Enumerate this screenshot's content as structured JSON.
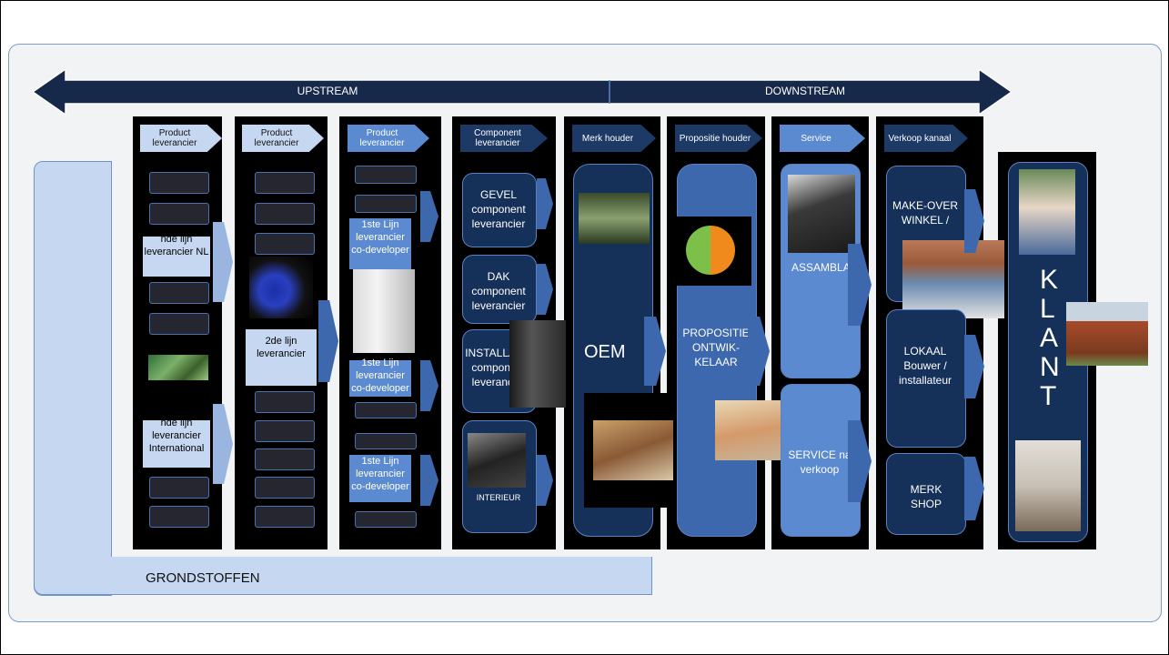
{
  "arrow": {
    "left_label": "UPSTREAM",
    "right_label": "DOWNSTREAM"
  },
  "headers": [
    "Product leverancier",
    "Product leverancier",
    "Product leverancier",
    "Component leverancier",
    "Merk houder",
    "Propositie houder",
    "Service",
    "Verkoop kanaal"
  ],
  "col1": {
    "box1": "nde lijn leverancier NL",
    "box2": "nde lijn leverancier International"
  },
  "col2": {
    "box": "2de lijn leverancier"
  },
  "col3": {
    "box1": "1ste Lijn leverancier co-developer",
    "box2": "1ste Lijn leverancier co-developer",
    "box3": "1ste Lijn leverancier co-developer"
  },
  "col4": {
    "box1": "GEVEL component leverancier",
    "box2": "DAK component leverancier",
    "box3": "INSTALLATIE component leverancier",
    "box4": "INTERIEUR"
  },
  "col5": {
    "main": "OEM"
  },
  "col6": {
    "main": "PROPOSITIE ONTWIK-KELAAR"
  },
  "col7": {
    "box1": "ASSAMBLAGE",
    "box2": "SERVICE na verkoop"
  },
  "col8": {
    "box1": "MAKE-OVER WINKEL /",
    "box2": "LOKAAL Bouwer / installateur",
    "box3": "MERK SHOP"
  },
  "klant": "KLANT",
  "base": "GRONDSTOFFEN",
  "colors": {
    "dark_blue": "#15315a",
    "mid_blue": "#5b8ad0",
    "light_blue": "#c6d8f1",
    "panel": "#f2f3f5",
    "arrow": "#16294a"
  }
}
